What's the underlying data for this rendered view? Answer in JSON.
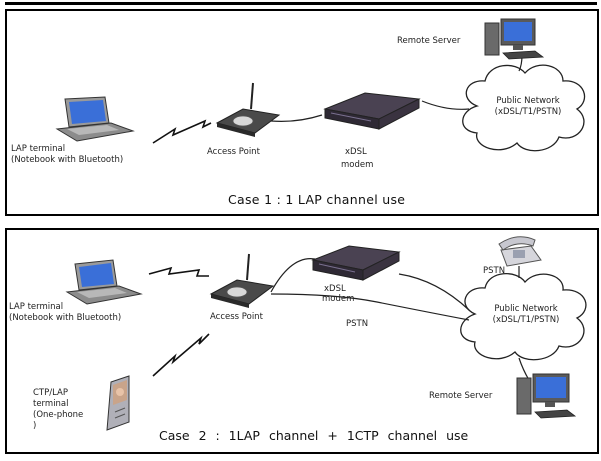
{
  "case1": {
    "caption": "Case 1 : 1 LAP channel use",
    "lap_terminal": "LAP terminal",
    "lap_terminal_sub": "(Notebook with Bluetooth)",
    "access_point": "Access Point",
    "xdsl_line1": "xDSL",
    "xdsl_line2": "modem",
    "remote_server": "Remote Server",
    "cloud_line1": "Public Network",
    "cloud_line2": "(xDSL/T1/PSTN)"
  },
  "case2": {
    "caption": "Case 2 : 1LAP channel + 1CTP channel use",
    "lap_terminal": "LAP terminal",
    "lap_terminal_sub": "(Notebook with Bluetooth)",
    "access_point": "Access Point",
    "xdsl_line1": "xDSL",
    "xdsl_line2": "modem",
    "pstn_line": "PSTN",
    "pstn_phone": "PSTN",
    "cloud_line1": "Public Network",
    "cloud_line2": "(xDSL/T1/PSTN)",
    "remote_server": "Remote Server",
    "ctp_line1": "CTP/LAP",
    "ctp_line2": "terminal",
    "ctp_line3": "(One-phone",
    "ctp_line4": ")"
  },
  "colors": {
    "border": "#000000",
    "wire": "#222222",
    "laptop_body": "#8c8c8c",
    "screen": "#3a6fd8",
    "modem": "#3a3340",
    "ap_body": "#4a4a4a"
  }
}
